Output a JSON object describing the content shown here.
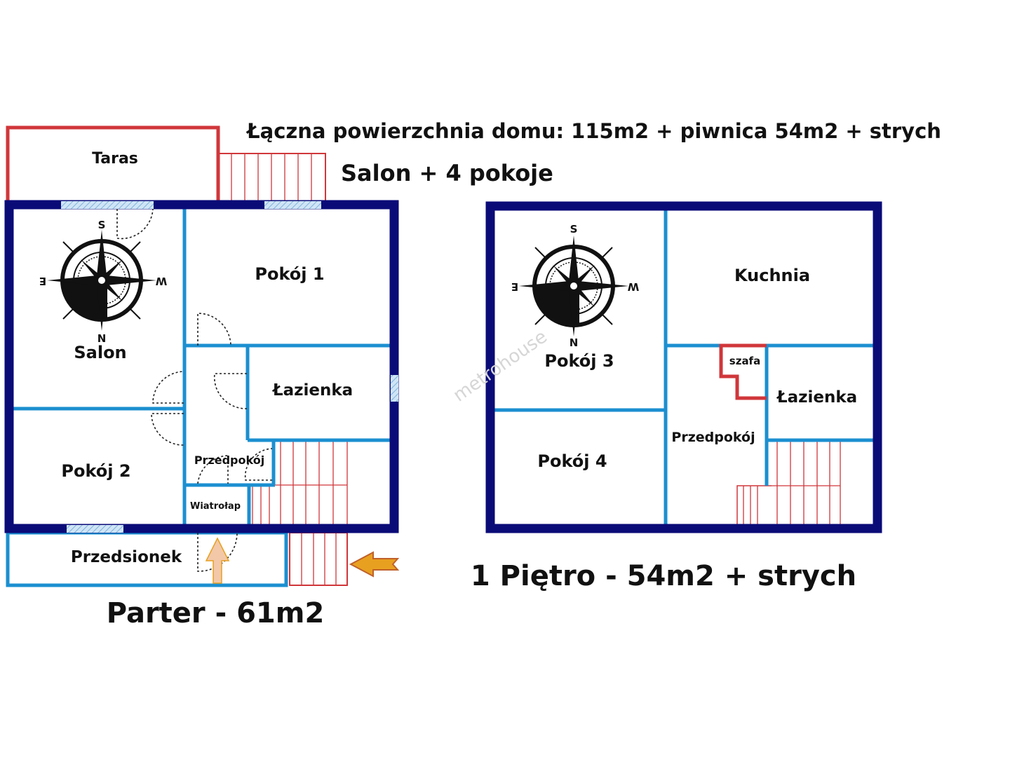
{
  "header": {
    "total_area": "Łączna powierzchnia domu: 115m2 + piwnica 54m2 + strych",
    "rooms_summary": "Salon + 4 pokoje"
  },
  "ground_floor": {
    "title": "Parter - 61m2",
    "rooms": {
      "taras": "Taras",
      "salon": "Salon",
      "pokoj1": "Pokój 1",
      "pokoj2": "Pokój 2",
      "lazienka": "Łazienka",
      "przedpokoj": "Przedpokój",
      "wiatrolap": "Wiatrołap",
      "przedsionek": "Przedsionek"
    }
  },
  "first_floor": {
    "title": "1 Piętro - 54m2 + strych",
    "rooms": {
      "kuchnia": "Kuchnia",
      "pokoj3": "Pokój 3",
      "pokoj4": "Pokój 4",
      "szafa": "szafa",
      "lazienka": "Łazienka",
      "przedpokoj": "Przedpokój"
    }
  },
  "compass": {
    "s": "S",
    "n": "N",
    "e": "E",
    "w": "W"
  },
  "watermark": "metrohouse",
  "colors": {
    "outer_wall": "#0b0b78",
    "inner_wall": "#1b8fd0",
    "terrace_stairs": "#d0363a",
    "arrow": "#e8a020"
  }
}
